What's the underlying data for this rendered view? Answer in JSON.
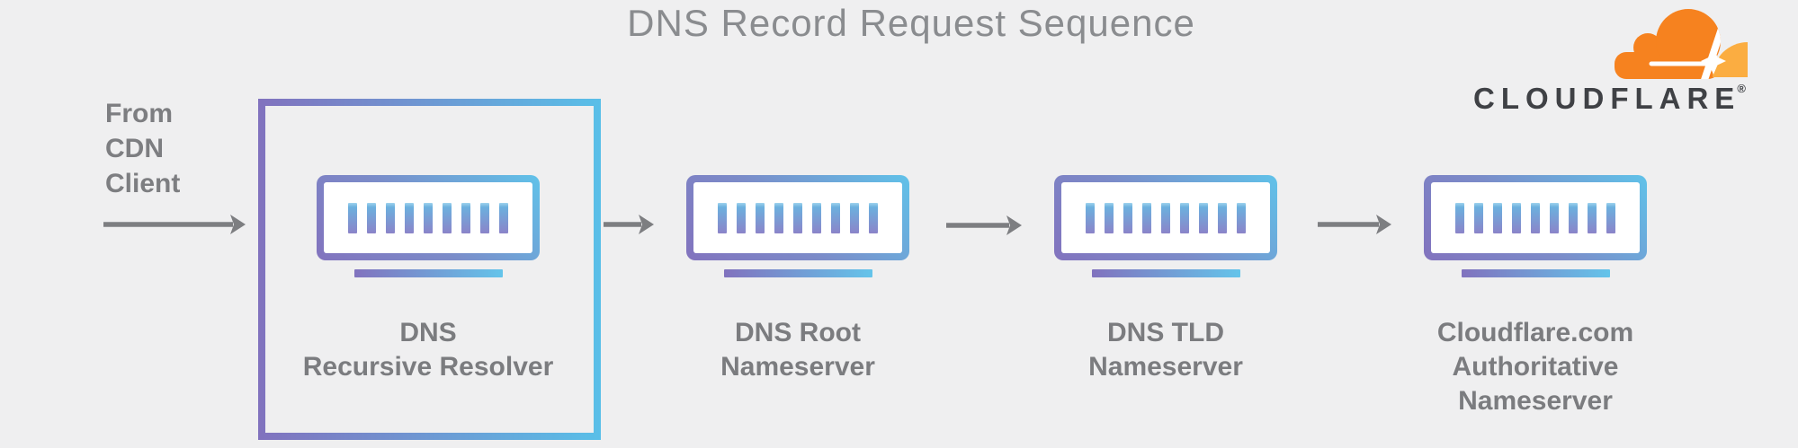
{
  "title": "DNS Record Request Sequence",
  "brand": {
    "wordmark": "CLOUDFLARE",
    "registered_mark": "®"
  },
  "flow": {
    "source_label_lines": [
      "From",
      "CDN",
      "Client"
    ],
    "direction": "left-to-right",
    "arrow_count": 4
  },
  "nodes": [
    {
      "id": "dns-recursive-resolver",
      "label_lines": [
        "DNS",
        "Recursive Resolver"
      ],
      "highlighted": true
    },
    {
      "id": "dns-root-nameserver",
      "label_lines": [
        "DNS Root",
        "Nameserver"
      ],
      "highlighted": false
    },
    {
      "id": "dns-tld-nameserver",
      "label_lines": [
        "DNS TLD",
        "Nameserver"
      ],
      "highlighted": false
    },
    {
      "id": "cloudflare-authoritative-nameserver",
      "label_lines": [
        "Cloudflare.com",
        "Authoritative",
        "Nameserver"
      ],
      "highlighted": false
    }
  ],
  "icons": {
    "server": "server-monitor-icon",
    "brand_cloud": "cloudflare-cloud-icon",
    "flow_arrow": "arrow-right-icon"
  },
  "colors": {
    "background": "#efeff0",
    "accent_purple": "#8172be",
    "accent_blue": "#59bfe8",
    "bar_blue": "#6cb0de",
    "bar_purple": "#8b84c9",
    "arrow_gray": "#7d7e81",
    "label_gray": "#7b7c7f",
    "title_gray": "#8a8c8f",
    "brand_orange": "#f6821f",
    "brand_light_orange": "#fbad41",
    "brand_text": "#3f4145"
  }
}
